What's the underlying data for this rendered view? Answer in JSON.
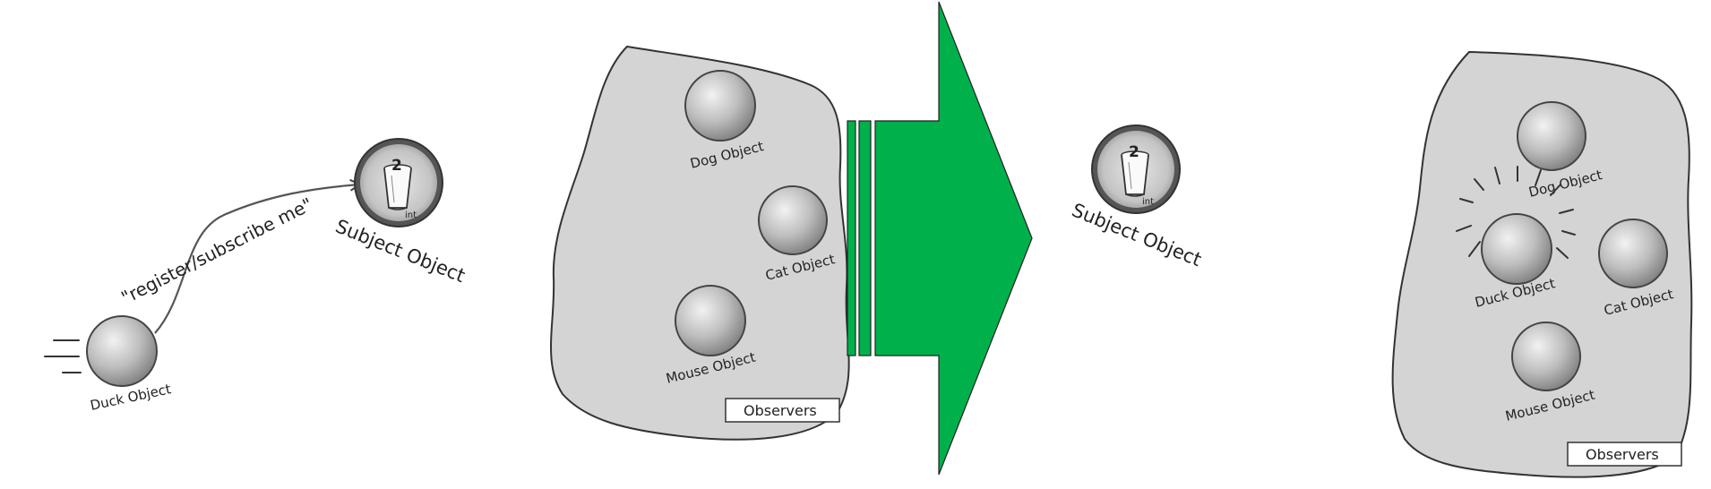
{
  "left_scene": {
    "duck_label": "Duck Object",
    "message_label": "\"register/subscribe me\"",
    "subject_label": "Subject Object",
    "subject_value": "2",
    "subject_type": "int"
  },
  "observers_before": {
    "members": [
      "Dog Object",
      "Cat Object",
      "Mouse Object"
    ],
    "box_label": "Observers"
  },
  "right_scene": {
    "subject_label": "Subject Object",
    "subject_value": "2",
    "subject_type": "int"
  },
  "observers_after": {
    "members": [
      "Dog Object",
      "Duck Object",
      "Cat Object",
      "Mouse Object"
    ],
    "box_label": "Observers"
  },
  "colors": {
    "arrow_fill": "#00b04a",
    "blob_fill": "#d4d4d4",
    "outline": "#333333"
  }
}
